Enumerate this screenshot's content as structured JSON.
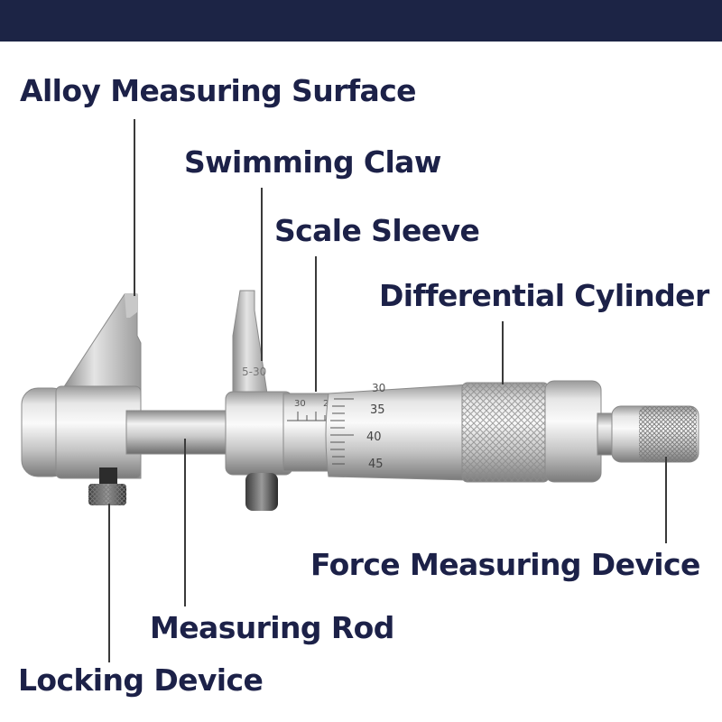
{
  "colors": {
    "top_bar": "#1c2445",
    "label_text": "#1c2148",
    "leader_line": "#3a3a3a"
  },
  "labels": {
    "alloy_measuring_surface": "Alloy Measuring Surface",
    "swimming_claw": "Swimming Claw",
    "scale_sleeve": "Scale Sleeve",
    "differential_cylinder": "Differential Cylinder",
    "force_measuring_device": "Force Measuring Device",
    "measuring_rod": "Measuring Rod",
    "locking_device": "Locking Device"
  },
  "engraving": {
    "claw_range": "5-30",
    "sleeve_scale": [
      "30",
      "2"
    ],
    "thimble_scale": [
      "30",
      "35",
      "40",
      "45"
    ]
  }
}
